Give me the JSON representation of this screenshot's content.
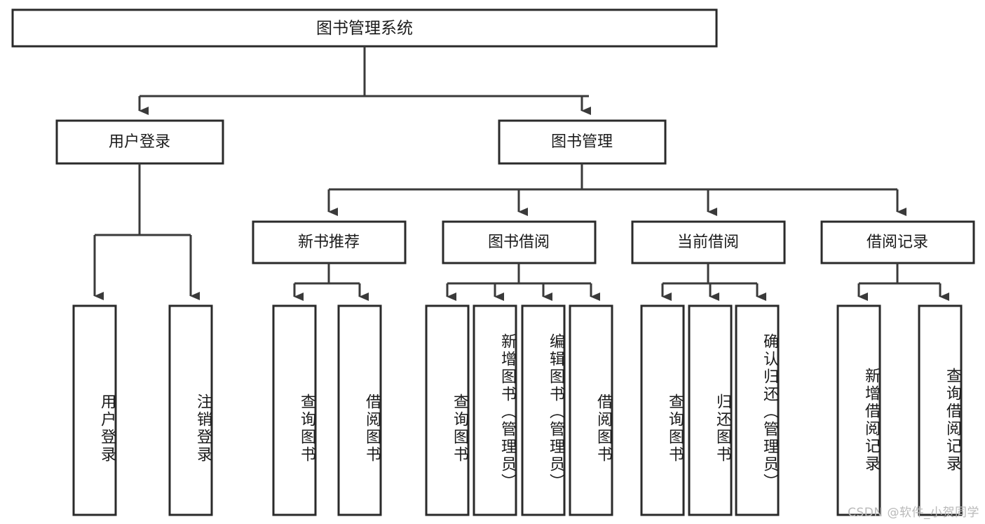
{
  "diagram": {
    "title": "图书管理系统",
    "type": "tree-hierarchy-diagram",
    "colors": {
      "box_stroke": "#2a2a2a",
      "connector": "#3a3a3a",
      "box_fill": "#ffffff",
      "text": "#1b1b1b",
      "watermark": "#b9b9b9"
    },
    "root": {
      "label": "图书管理系统"
    },
    "level2": [
      {
        "label": "用户登录"
      },
      {
        "label": "图书管理"
      }
    ],
    "level3": [
      {
        "label": "新书推荐"
      },
      {
        "label": "图书借阅"
      },
      {
        "label": "当前借阅"
      },
      {
        "label": "借阅记录"
      }
    ],
    "leaves": {
      "user_login": [
        {
          "label": "用户登录"
        },
        {
          "label": "注销登录"
        }
      ],
      "new_book_recommend": [
        {
          "label": "查询图书"
        },
        {
          "label": "借阅图书"
        }
      ],
      "book_borrow": [
        {
          "label": "查询图书"
        },
        {
          "label": "新增图书（管理员）"
        },
        {
          "label": "编辑图书（管理员）"
        },
        {
          "label": "借阅图书"
        }
      ],
      "current_borrow": [
        {
          "label": "查询图书"
        },
        {
          "label": "归还图书"
        },
        {
          "label": "确认归还（管理员）"
        }
      ],
      "borrow_records": [
        {
          "label": "新增借阅记录"
        },
        {
          "label": "查询借阅记录"
        }
      ]
    },
    "watermark": "CSDN @软件_小贺同学"
  }
}
